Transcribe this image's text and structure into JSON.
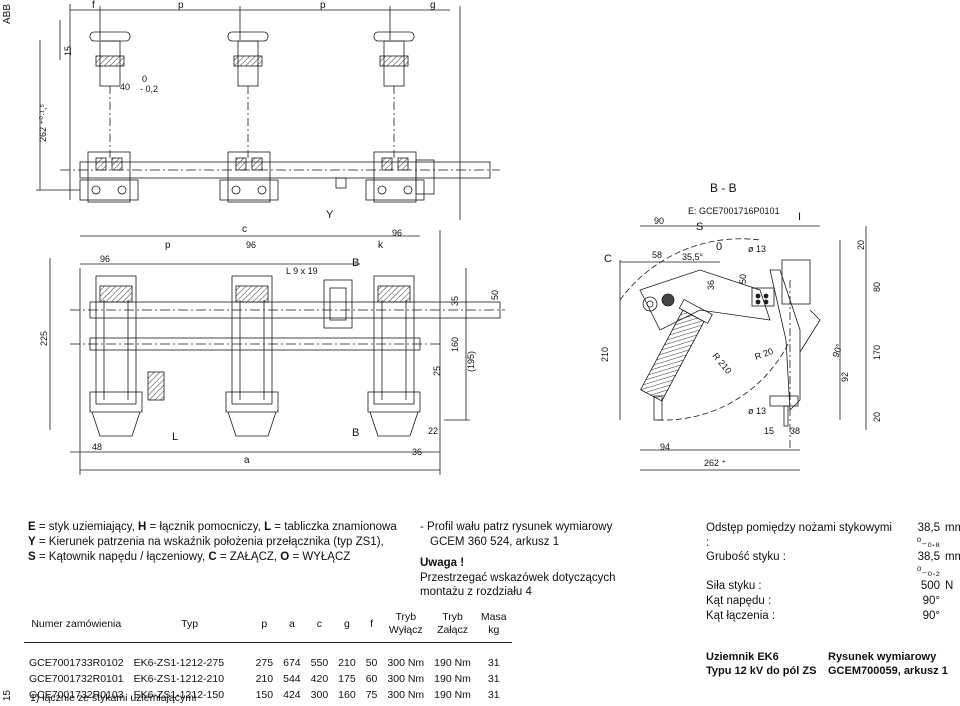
{
  "page": {
    "side_label": "ABB",
    "page_number": "15"
  },
  "drawing": {
    "top_dims": {
      "f": "f",
      "p1": "p",
      "p2": "p",
      "g": "g",
      "d15": "15",
      "d40": "40",
      "tol0": "0",
      "tol02": "- 0,2",
      "d262": "262 ⁺⁰·¹,⁵"
    },
    "mid_dims": {
      "c": "c",
      "d96a": "96",
      "p": "p",
      "d96b": "96",
      "d96c": "96",
      "k": "k",
      "l9x19": "L 9 x 19",
      "B": "B",
      "Y": "Y",
      "d35": "35",
      "d50": "50",
      "d225": "225",
      "d160": "160",
      "d195": "(195)",
      "d25": "25",
      "d22": "22",
      "d36": "36",
      "d48": "48",
      "L": "L",
      "B2": "B",
      "a": "a"
    },
    "section": {
      "title": "B - B",
      "ref": "E: GCE7001716P0101",
      "d90": "90",
      "S": "S",
      "I": "I",
      "C": "C",
      "d58": "58",
      "ang": "35,5°",
      "zero": "0",
      "d13a": "ø 13",
      "d36": "36",
      "d50": "50",
      "d20a": "20",
      "d80": "80",
      "d210": "210",
      "r210": "R 210",
      "r20": "R 20",
      "ang90": "90°",
      "d92": "92",
      "d170": "170",
      "d13b": "ø 13",
      "d15": "15",
      "d38": "38",
      "d20b": "20",
      "d94": "94",
      "d262": "262 ⁺"
    }
  },
  "legend": {
    "line1": [
      {
        "b": "E"
      },
      {
        "t": " = styk uziemiający, "
      },
      {
        "b": "H"
      },
      {
        "t": " = łącznik pomocniczy, "
      },
      {
        "b": "L"
      },
      {
        "t": " = tabliczka znamionowa"
      }
    ],
    "line2": [
      {
        "b": "Y"
      },
      {
        "t": " = Kierunek patrzenia na wskaźnik położenia przełącznika (typ ZS1),"
      }
    ],
    "line3": [
      {
        "b": "S"
      },
      {
        "t": " = Kątownik napędu / łączeniowy, "
      },
      {
        "b": "C"
      },
      {
        "t": " = ZAŁĄCZ, "
      },
      {
        "b": "O"
      },
      {
        "t": " = WYŁĄCZ"
      }
    ]
  },
  "notes": {
    "line1": "- Profil wału patrz rysunek wymiarowy",
    "line2": "GCEM 360 524, arkusz 1",
    "warning_title": "Uwaga !",
    "line3": "Przestrzegać wskazówek dotyczących",
    "line4": "montażu z rozdziału 4"
  },
  "specs": [
    {
      "label": "Odstęp pomiędzy nożami stykowymi :",
      "value": "38,5 ⁰₋₀.₈",
      "unit": "mm"
    },
    {
      "label": "Grubość styku :",
      "value": "38,5 ⁰₋₀.₂",
      "unit": "mm"
    },
    {
      "label": "Siła styku :",
      "value": "500",
      "unit": "N"
    },
    {
      "label": "Kąt napędu :",
      "value": "90°",
      "unit": ""
    },
    {
      "label": "Kąt łączenia :",
      "value": "90°",
      "unit": ""
    }
  ],
  "table": {
    "headers": [
      "Numer zamówienia",
      "Typ",
      "p",
      "a",
      "c",
      "g",
      "f",
      "Tryb\nWyłącz",
      "Tryb\nZałącz",
      "Masa\nkg"
    ],
    "rows": [
      [
        "GCE7001733R0102",
        "EK6-ZS1-1212-275",
        "275",
        "674",
        "550",
        "210",
        "50",
        "300 Nm",
        "190 Nm",
        "31"
      ],
      [
        "GCE7001732R0101",
        "EK6-ZS1-1212-210",
        "210",
        "544",
        "420",
        "175",
        "60",
        "300 Nm",
        "190 Nm",
        "31"
      ],
      [
        "GCE7001732R0103",
        "EK6-ZS1-1212-150",
        "150",
        "424",
        "300",
        "160",
        "75",
        "300 Nm",
        "190 Nm",
        "31"
      ]
    ],
    "footnote": "1) łącznie ze stykami uziemiającymi"
  },
  "title_block": {
    "left1": "Uziemnik EK6",
    "left2": "Typu 12 kV do pól ZS",
    "right1": "Rysunek wymiarowy",
    "right2": "GCEM700059, arkusz 1"
  }
}
